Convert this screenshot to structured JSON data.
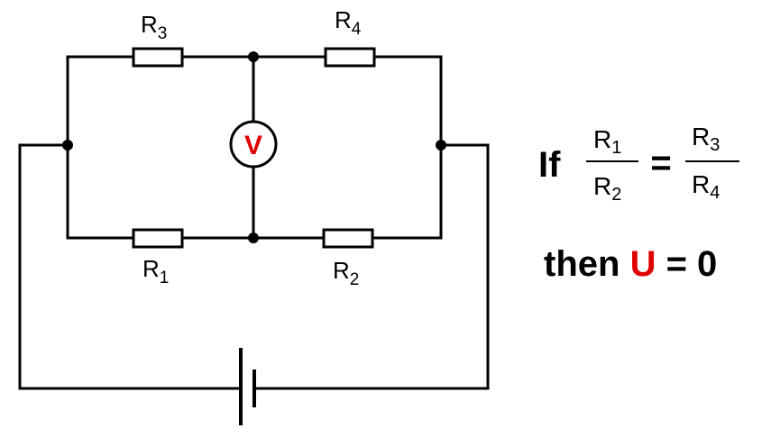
{
  "resistors": {
    "r1": {
      "letter": "R",
      "sub": "1"
    },
    "r2": {
      "letter": "R",
      "sub": "2"
    },
    "r3": {
      "letter": "R",
      "sub": "3"
    },
    "r4": {
      "letter": "R",
      "sub": "4"
    }
  },
  "meter": {
    "symbol": "V",
    "color": "#e00000"
  },
  "equation": {
    "if_word": "If",
    "left_num": {
      "letter": "R",
      "sub": "1"
    },
    "left_den": {
      "letter": "R",
      "sub": "2"
    },
    "equals": "=",
    "right_num": {
      "letter": "R",
      "sub": "3"
    },
    "right_den": {
      "letter": "R",
      "sub": "4"
    },
    "then_word": "then",
    "variable": "U",
    "result": "= 0",
    "highlight_color": "#e00000"
  }
}
